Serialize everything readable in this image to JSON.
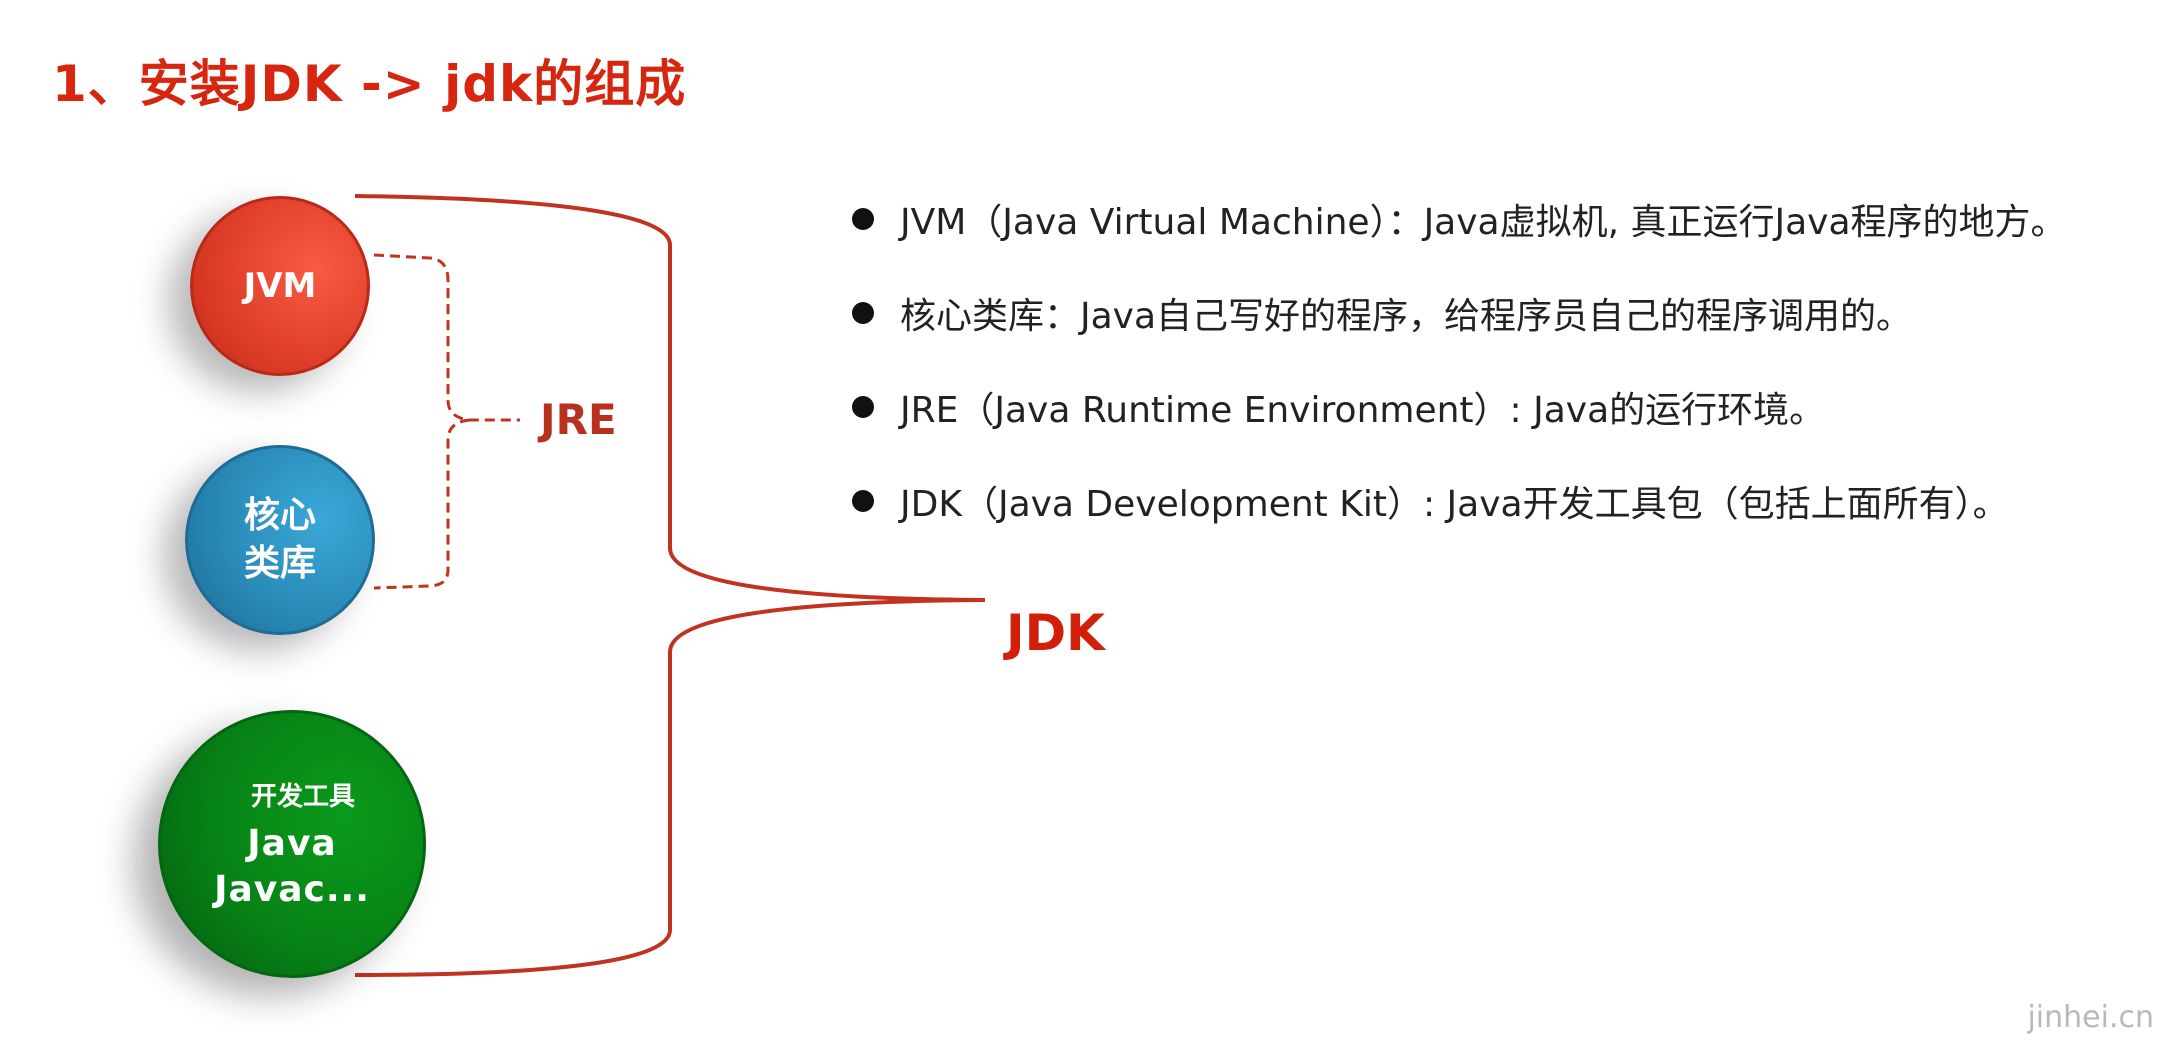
{
  "title": "1、安装JDK -> jdk的组成",
  "components": {
    "jvm": "JVM",
    "core_library": [
      "核心",
      "类库"
    ],
    "dev_tools": {
      "label": "开发工具",
      "lines": [
        "Java",
        "Javac..."
      ]
    }
  },
  "groups": {
    "jre": "JRE",
    "jdk": "JDK"
  },
  "bullets": [
    "JVM（Java Virtual Machine）：Java虚拟机, 真正运行Java程序的地方。",
    "核心类库：Java自己写好的程序，给程序员自己的程序调用的。",
    "JRE（Java Runtime Environment）: Java的运行环境。",
    "JDK（Java Development Kit）: Java开发工具包（包括上面所有）。"
  ],
  "watermark": "jinhei.cn",
  "colors": {
    "title": "#d6260f",
    "jvm_circle": "#e0402a",
    "core_circle": "#2a8ab8",
    "tools_circle": "#078216",
    "bracket": "#c0331f"
  }
}
